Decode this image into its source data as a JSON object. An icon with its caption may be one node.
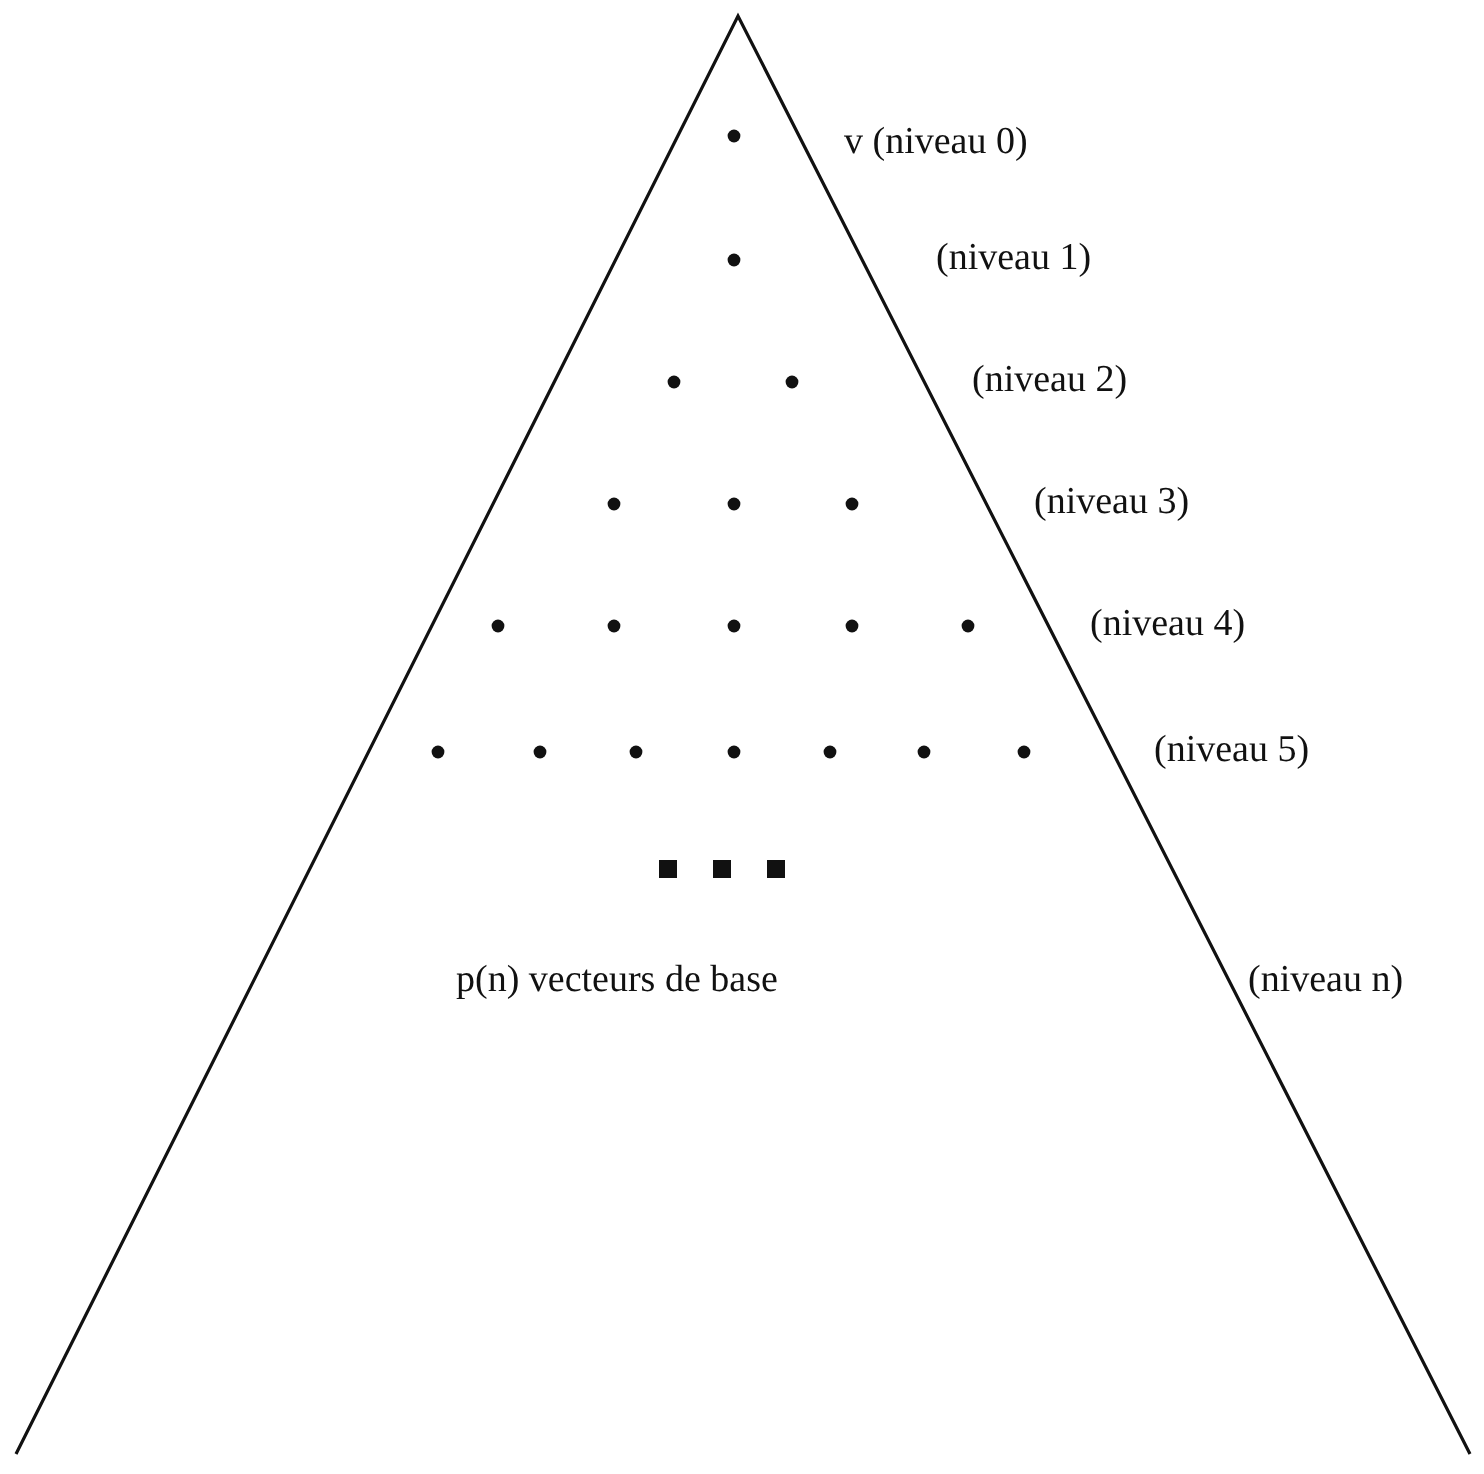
{
  "diagram": {
    "labels": [
      "v (niveau 0)",
      "(niveau 1)",
      "(niveau 2)",
      "(niveau 3)",
      "(niveau 4)",
      "(niveau 5)",
      "p(n) vecteurs de base",
      "(niveau n)"
    ]
  }
}
